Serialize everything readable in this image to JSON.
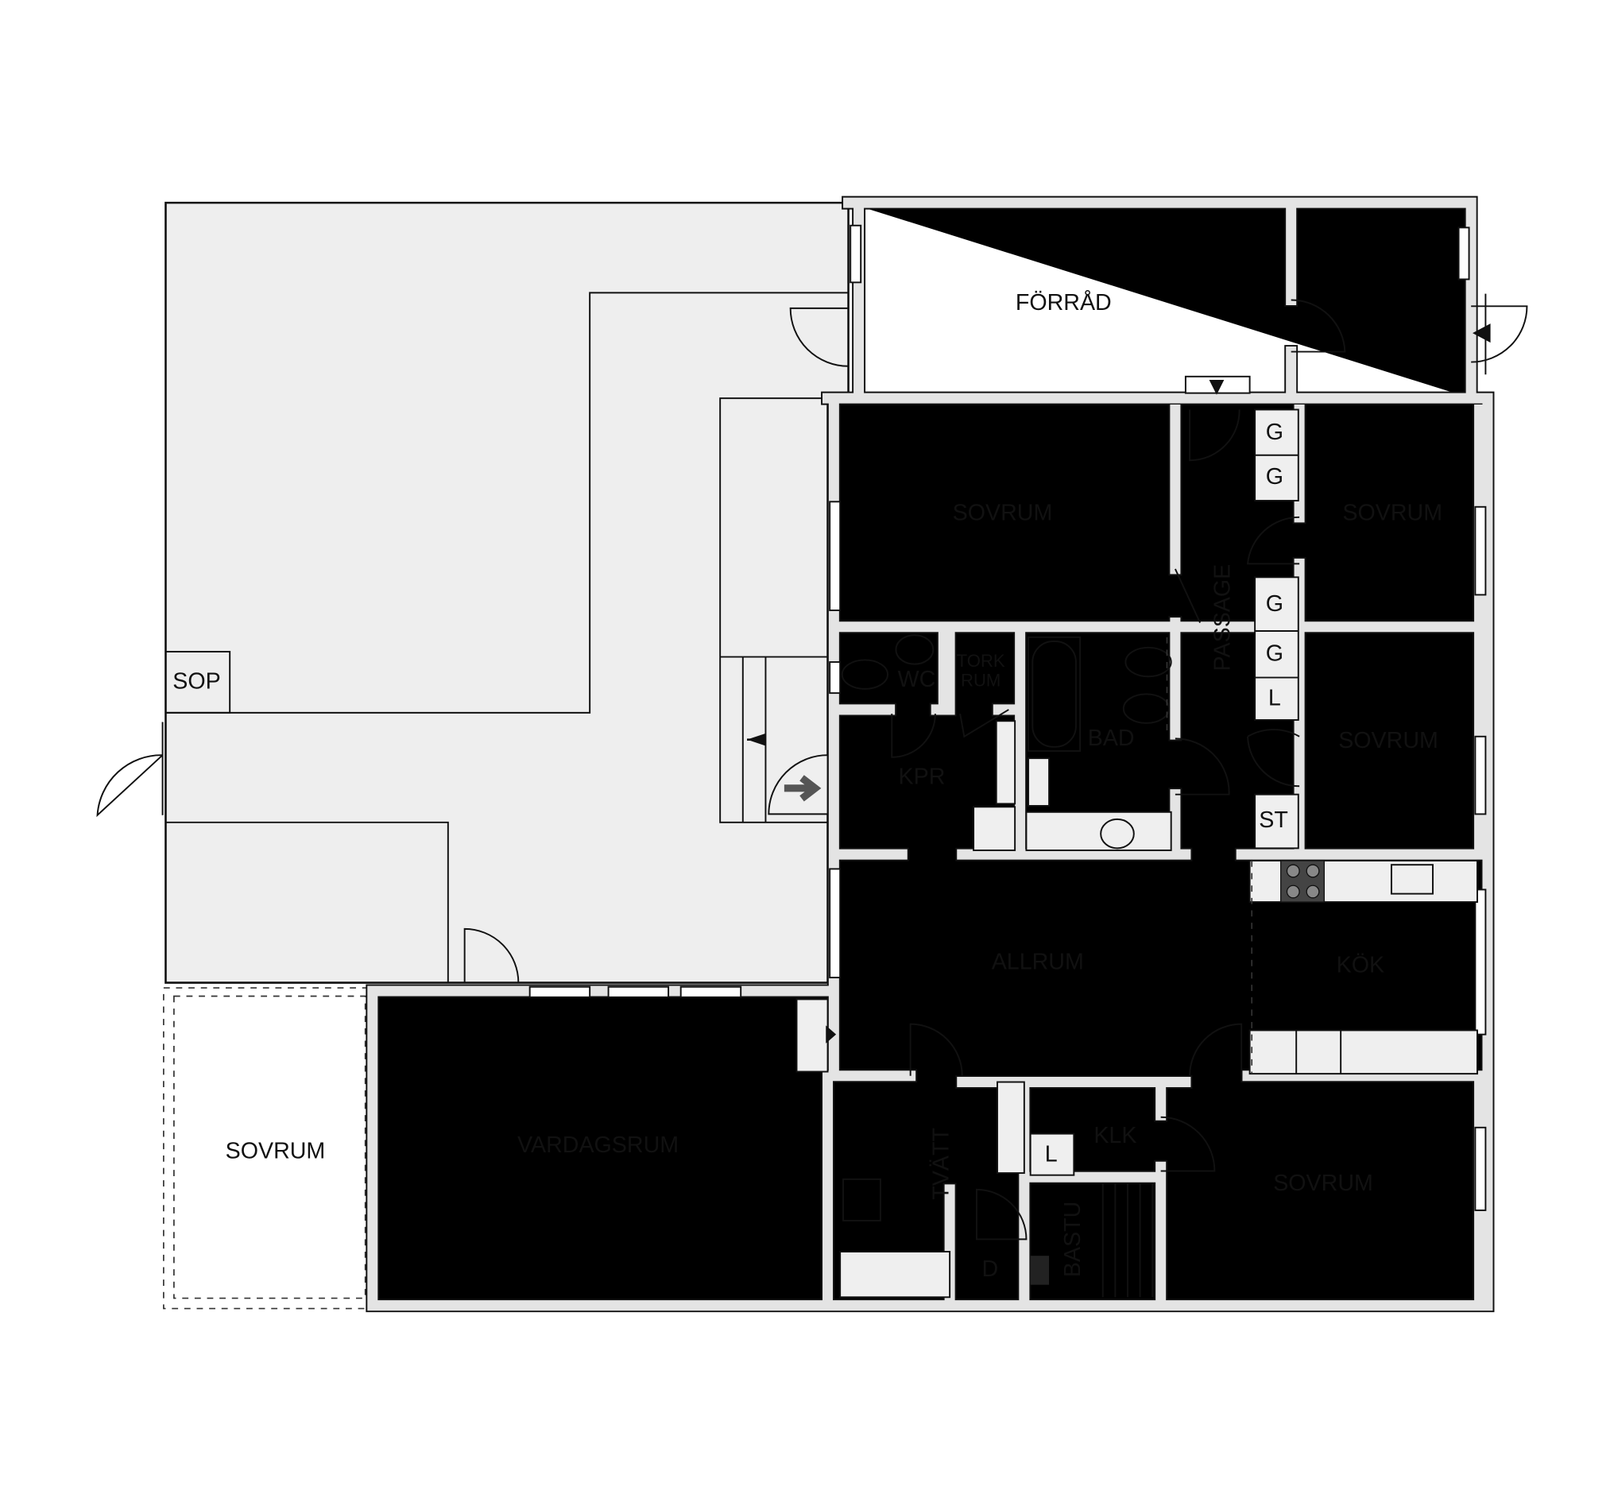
{
  "rooms": {
    "forrad": "FÖRRÅD",
    "sovrum_1": "SOVRUM",
    "sovrum_2": "SOVRUM",
    "sovrum_3": "SOVRUM",
    "sovrum_4": "SOVRUM",
    "sovrum_5": "SOVRUM",
    "passage": "PASSAGE",
    "wc": "WC",
    "tork_1": "TORK",
    "tork_2": "RUM",
    "bad": "BAD",
    "kpr": "KPR",
    "allrum": "ALLRUM",
    "kok": "KÖK",
    "sop": "SOP",
    "vardagsrum": "VARDAGSRUM",
    "tvatt": "TVÄTT",
    "klk": "KLK",
    "bastu": "BASTU",
    "d": "D",
    "st": "ST"
  },
  "closets": [
    "G",
    "G",
    "G",
    "G",
    "L",
    "L"
  ],
  "colors": {
    "wall": "#e4e4e4",
    "garage": "#eeeeee",
    "line": "#111111"
  }
}
